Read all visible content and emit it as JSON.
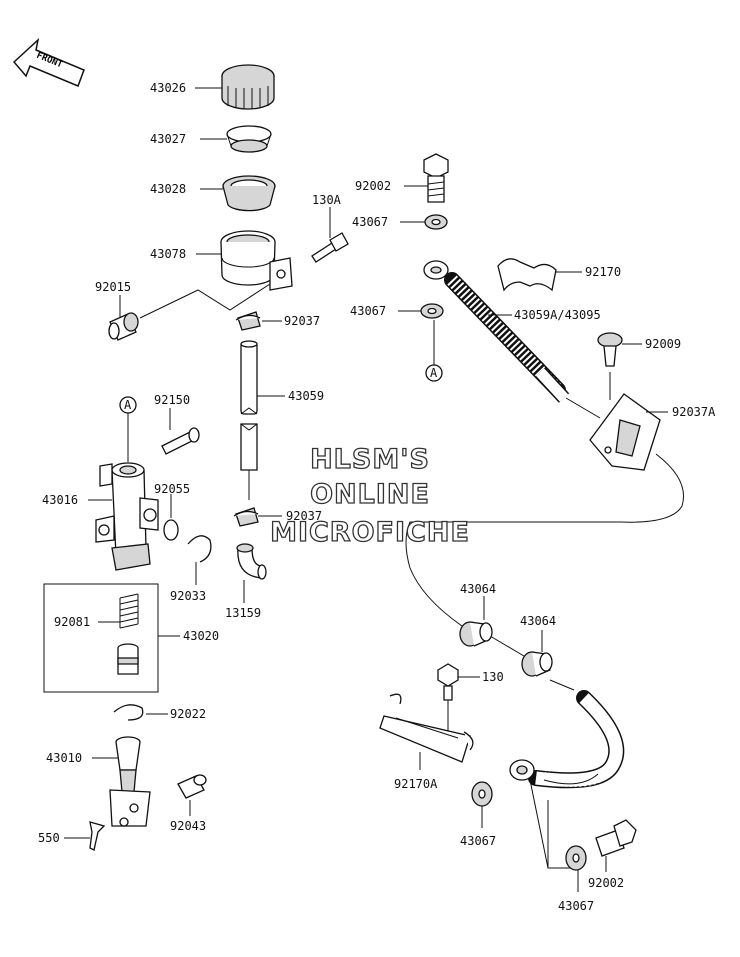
{
  "front_label": "FRONT",
  "watermark": {
    "line1": "HLSM'S",
    "line2": "ONLINE",
    "line3": "MICROFICHE"
  },
  "callout_ref": "A",
  "labels": {
    "p43026": "43026",
    "p43027": "43027",
    "p43028": "43028",
    "p130A": "130A",
    "p43078": "43078",
    "p92015": "92015",
    "p92037_top": "92037",
    "p43059": "43059",
    "p92037_bottom": "92037",
    "p13159": "13159",
    "p92150": "92150",
    "p43016": "43016",
    "p92055": "92055",
    "p92033": "92033",
    "p92081": "92081",
    "p43020": "43020",
    "p92022": "92022",
    "p43010": "43010",
    "p92043": "92043",
    "p550": "550",
    "p92002_top": "92002",
    "p43067_a": "43067",
    "p92170": "92170",
    "p43067_b": "43067",
    "p43059A": "43059A/43095",
    "p92009": "92009",
    "p92037A": "92037A",
    "p43064_a": "43064",
    "p43064_b": "43064",
    "p130": "130",
    "p92170A": "92170A",
    "p43067_c": "43067",
    "p92002_bottom": "92002",
    "p43067_d": "43067"
  }
}
